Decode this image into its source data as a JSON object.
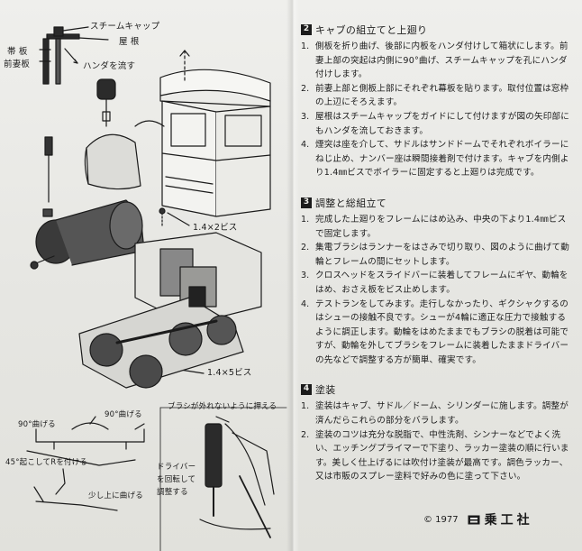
{
  "diagram": {
    "labels": {
      "steam_cap": "スチームキャップ",
      "roof": "屋 根",
      "band_plate": "帯 板",
      "front_plate": "前妻板",
      "solder_flow": "ハンダを流す",
      "screw_1_4x2": "1.4×2ビス",
      "screw_1_4x5": "1.4×5ビス",
      "bend_90_top": "90°曲げる",
      "bend_90_left": "90°曲げる",
      "bend_45": "45°起こしてRを付ける",
      "bend_slightly_up": "少し上に曲げる",
      "brush_note": "ブラシが外れないように押える",
      "driver_1": "ドライバー",
      "driver_2": "を回転して",
      "driver_3": "調整する"
    }
  },
  "sections": [
    {
      "number": "2",
      "title": "キャブの組立てと上廻り",
      "items": [
        {
          "num": "1.",
          "text": "側板を折り曲げ、後部に内板をハンダ付けして箱状にします。前妻上部の突起は内側に90°曲げ、スチームキャップを孔にハンダ付けします。"
        },
        {
          "num": "2.",
          "text": "前妻上部と側板上部にそれぞれ幕板を貼ります。取付位置は窓枠の上辺にそろえます。"
        },
        {
          "num": "3.",
          "text": "屋根はスチームキャップをガイドにして付けますが図の矢印部にもハンダを流しておきます。"
        },
        {
          "num": "4.",
          "text": "煙突は座を介して、サドルはサンドドームでそれぞれボイラーにねじ止め、ナンバー座は瞬間接着剤で付けます。キャブを内側より1.4㎜ビスでボイラーに固定すると上廻りは完成です。"
        }
      ]
    },
    {
      "number": "3",
      "title": "調整と総組立て",
      "items": [
        {
          "num": "1.",
          "text": "完成した上廻りをフレームにはめ込み、中央の下より1.4㎜ビスで固定します。"
        },
        {
          "num": "2.",
          "text": "集電ブラシはランナーをはさみで切り取り、図のように曲げて動輪とフレームの間にセットします。"
        },
        {
          "num": "3.",
          "text": "クロスヘッドをスライドバーに装着してフレームにギヤ、動輪をはめ、おさえ板をビス止めします。"
        },
        {
          "num": "4.",
          "text": "テストランをしてみます。走行しなかったり、ギクシャクするのはシューの接触不良です。シューが4輪に適正な圧力で接触するように調正します。動輪をはめたままでもブラシの脱着は可能ですが、動輪を外してブラシをフレームに装着したままドライバーの先などで調整する方が簡単、確実です。"
        }
      ]
    },
    {
      "number": "4",
      "title": "塗装",
      "items": [
        {
          "num": "1.",
          "text": "塗装はキャブ、サドル／ドーム、シリンダーに施します。調整が済んだらこれらの部分をバラします。"
        },
        {
          "num": "2.",
          "text": "塗装のコツは充分な脱脂で、中性洗剤、シンナーなどでよく洗い、エッチングプライマーで下塗り、ラッカー塗装の順に行います。美しく仕上げるには吹付け塗装が最高です。調色ラッカー、又は市販のスプレー塗料で好みの色に塗って下さい。"
        }
      ]
    }
  ],
  "footer": {
    "copyright": "© 1977",
    "company": "乗工社"
  }
}
